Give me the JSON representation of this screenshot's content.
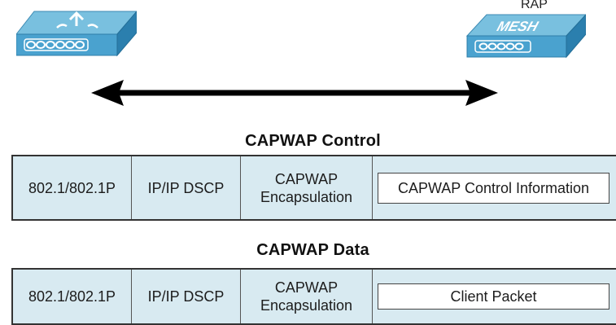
{
  "diagram": {
    "left_device": {
      "icon": "mesh-access-point-icon"
    },
    "right_device": {
      "icon": "mesh-map-icon",
      "badge_label": "MESH",
      "top_label": "RAP"
    },
    "link": {
      "icon": "bidirectional-arrow-icon"
    },
    "control": {
      "title": "CAPWAP Control",
      "fields": [
        "802.1/802.1P",
        "IP/IP DSCP"
      ],
      "encap_line1": "CAPWAP",
      "encap_line2": "Encapsulation",
      "payload": "CAPWAP Control Information"
    },
    "data": {
      "title": "CAPWAP Data",
      "fields": [
        "802.1/802.1P",
        "IP/IP DSCP"
      ],
      "encap_line1": "CAPWAP",
      "encap_line2": "Encapsulation",
      "payload": "Client Packet"
    }
  },
  "colors": {
    "device_top": "#6fb7d8",
    "device_side": "#2f86b8",
    "frame_fill": "#d8eaf1",
    "border": "#333333"
  }
}
